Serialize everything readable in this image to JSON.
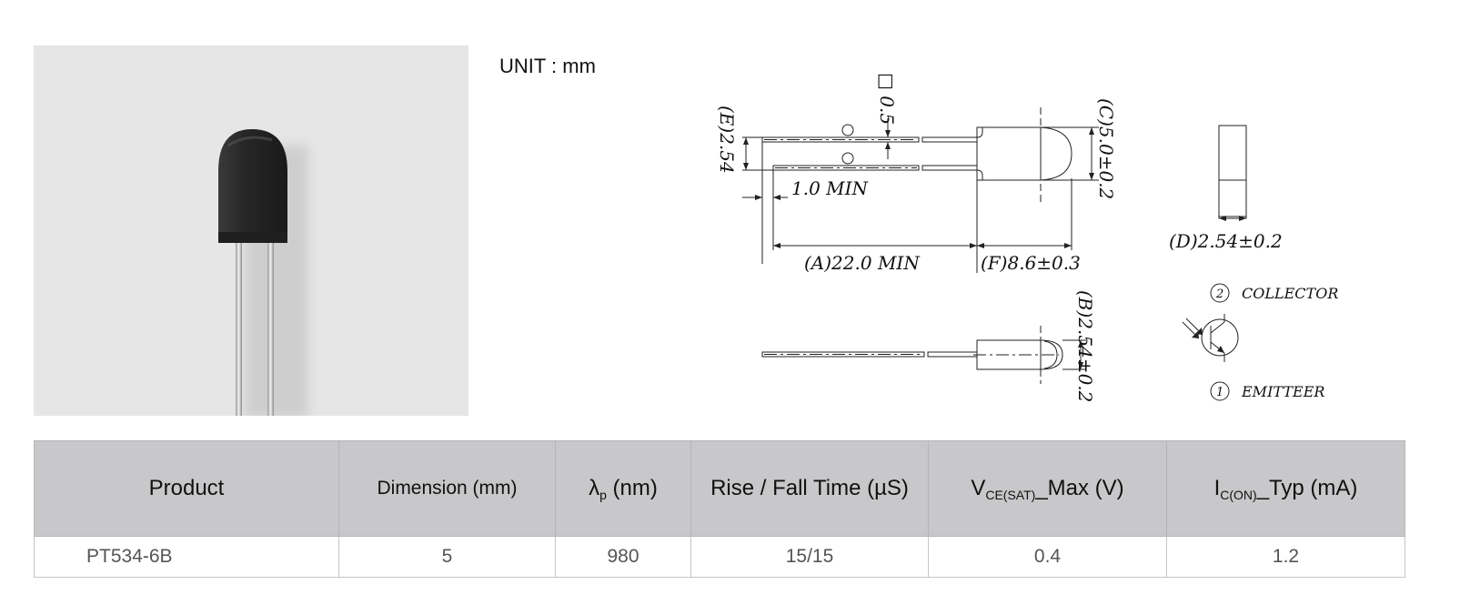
{
  "unit_label": "UNIT : mm",
  "drawing": {
    "label_e": "(E)2.54",
    "label_sq": "□ 0.5",
    "label_c": "(C)5.0±0.2",
    "label_min": "1.0  MIN",
    "label_a": "(A)22.0  MIN",
    "label_f": "(F)8.6±0.3",
    "label_d": "(D)2.54±0.2",
    "label_b": "(B)2.54±0.2",
    "pin1_num": "1",
    "pin2_num": "2",
    "collector_label": "COLLECTOR",
    "emitter_label": "EMITTEER"
  },
  "table": {
    "headers": {
      "product": "Product",
      "dimension": "Dimension (mm)",
      "lambda_main": "λ",
      "lambda_sub": "p",
      "lambda_unit": " (nm)",
      "rise_fall": "Rise / Fall Time (µS)",
      "vce_main": "V",
      "vce_sub": "CE(SAT)",
      "vce_rest": "_Max (V)",
      "ic_main": "I",
      "ic_sub": "C(ON)",
      "ic_rest": "_Typ (mA)"
    },
    "rows": [
      {
        "product": "PT534-6B",
        "dimension": "5",
        "lambda": "980",
        "rise_fall": "15/15",
        "vce": "0.4",
        "ic": "1.2"
      }
    ]
  },
  "colors": {
    "photo_bg": "#e6e6e7",
    "header_bg": "#c8c8ca",
    "component_body": "#2a2a2a"
  }
}
